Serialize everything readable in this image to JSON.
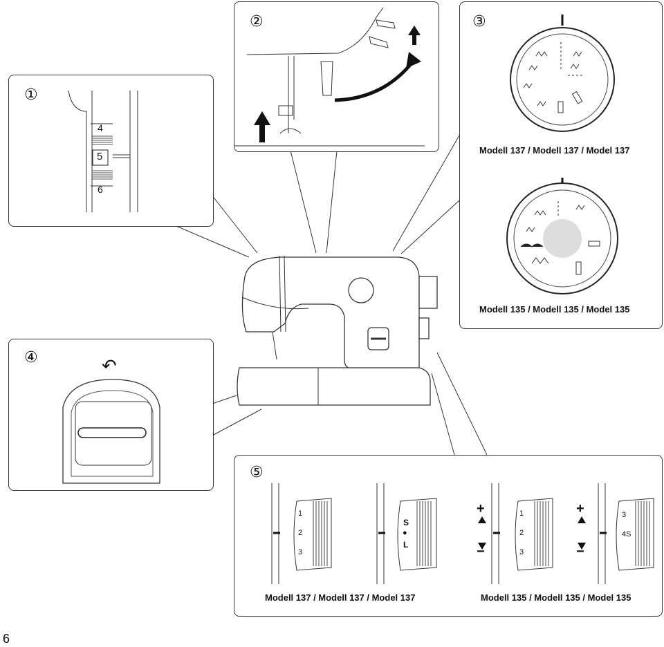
{
  "panels": {
    "p1": {
      "number": "①",
      "scale_labels": [
        "4",
        "5",
        "6"
      ]
    },
    "p2": {
      "number": "②"
    },
    "p3": {
      "number": "③",
      "caption_top": "Modell 137 / Modell 137 / Model 137",
      "caption_bottom": "Modell 135 / Modell 135 / Model 135"
    },
    "p4": {
      "number": "④",
      "symbol": "↶"
    },
    "p5": {
      "number": "⑤",
      "dial_a": [
        "1",
        "2",
        "3"
      ],
      "dial_b": [
        "S",
        "●",
        "L"
      ],
      "dial_c": [
        "1",
        "2",
        "3"
      ],
      "dial_d": [
        "3",
        "4S"
      ],
      "plus": "+",
      "minus": "−",
      "caption_left": "Modell 137 / Modell 137 / Model 137",
      "caption_right": "Modell 135 / Modell 135 / Model 135"
    }
  },
  "page_number": "6"
}
